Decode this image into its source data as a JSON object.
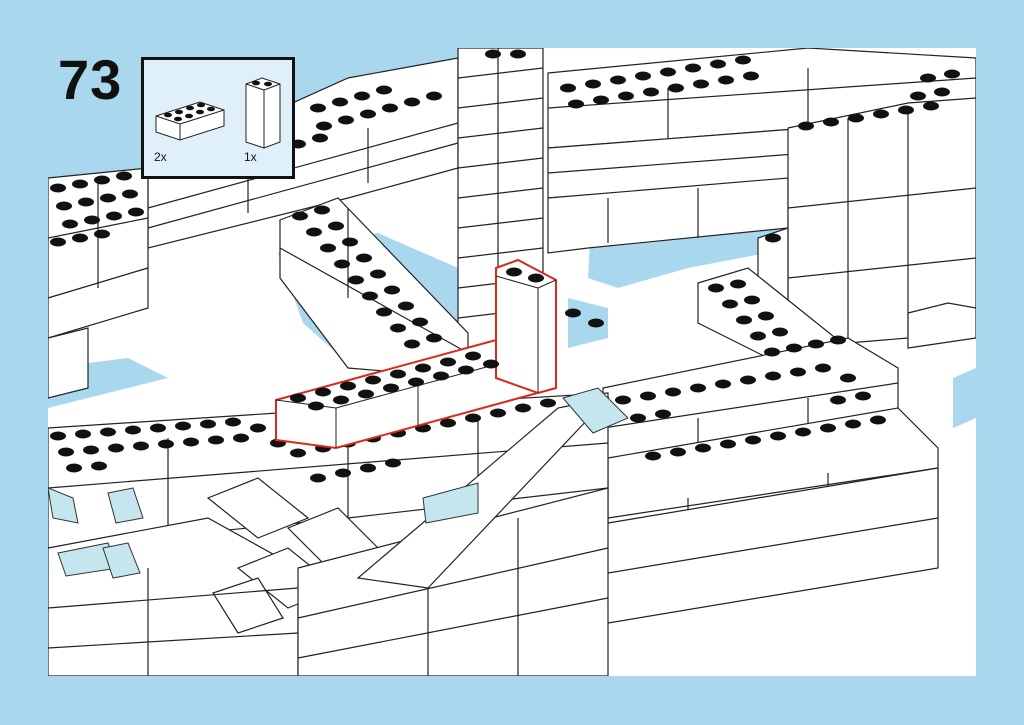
{
  "step": {
    "number": "73"
  },
  "parts": [
    {
      "icon": "brick-2x4-icon",
      "quantity": "2x"
    },
    {
      "icon": "brick-1x2x3-icon",
      "quantity": "1x"
    }
  ],
  "colors": {
    "background": "#a9d8ee",
    "highlight": "#d9291c",
    "transparent_piece": "#c6e6ef"
  }
}
